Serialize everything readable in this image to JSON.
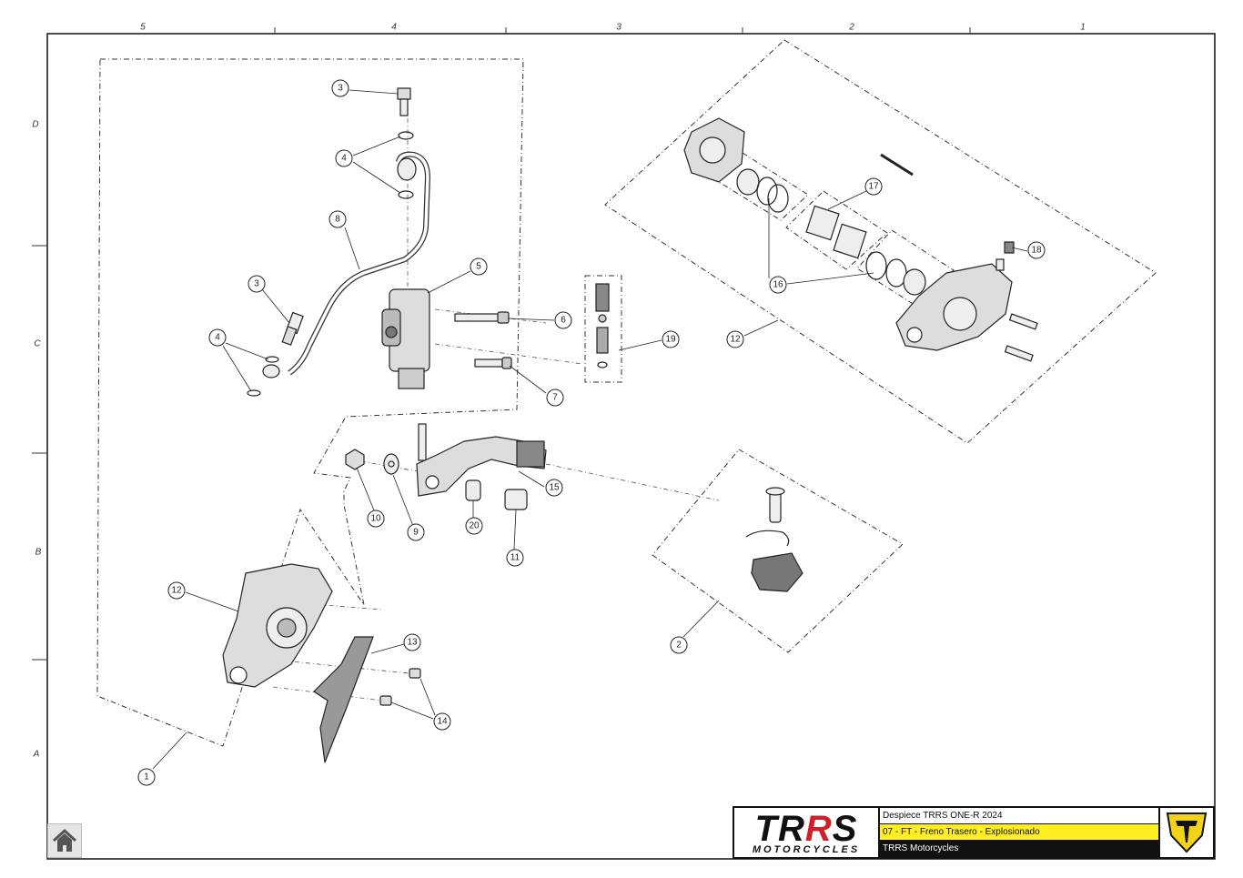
{
  "grid": {
    "columns": [
      "5",
      "4",
      "3",
      "2",
      "1"
    ],
    "rows": [
      "D",
      "C",
      "B",
      "A"
    ]
  },
  "callouts": [
    {
      "id": "c3a",
      "label": "3"
    },
    {
      "id": "c4a",
      "label": "4"
    },
    {
      "id": "c8",
      "label": "8"
    },
    {
      "id": "c3b",
      "label": "3"
    },
    {
      "id": "c4b",
      "label": "4"
    },
    {
      "id": "c5",
      "label": "5"
    },
    {
      "id": "c6",
      "label": "6"
    },
    {
      "id": "c7",
      "label": "7"
    },
    {
      "id": "c19",
      "label": "19"
    },
    {
      "id": "c17",
      "label": "17"
    },
    {
      "id": "c18",
      "label": "18"
    },
    {
      "id": "c16",
      "label": "16"
    },
    {
      "id": "c12a",
      "label": "12"
    },
    {
      "id": "c15",
      "label": "15"
    },
    {
      "id": "c10",
      "label": "10"
    },
    {
      "id": "c9",
      "label": "9"
    },
    {
      "id": "c20",
      "label": "20"
    },
    {
      "id": "c11",
      "label": "11"
    },
    {
      "id": "c12b",
      "label": "12"
    },
    {
      "id": "c13",
      "label": "13"
    },
    {
      "id": "c14",
      "label": "14"
    },
    {
      "id": "c1",
      "label": "1"
    },
    {
      "id": "c2",
      "label": "2"
    }
  ],
  "title_block": {
    "logo_text_main": "TR",
    "logo_text_accent": "R",
    "logo_text_end": "S",
    "logo_subtext": "MOTORCYCLES",
    "document_title": "Despiece TRRS ONE-R 2024",
    "section_title": "07 - FT - Freno Trasero - Explosionado",
    "company": "TRRS Motorcycles"
  },
  "colors": {
    "accent_yellow": "#ffee22",
    "logo_red": "#d0202a",
    "emblem_yellow": "#f2d21b"
  },
  "icons": {
    "home": "home-icon"
  }
}
